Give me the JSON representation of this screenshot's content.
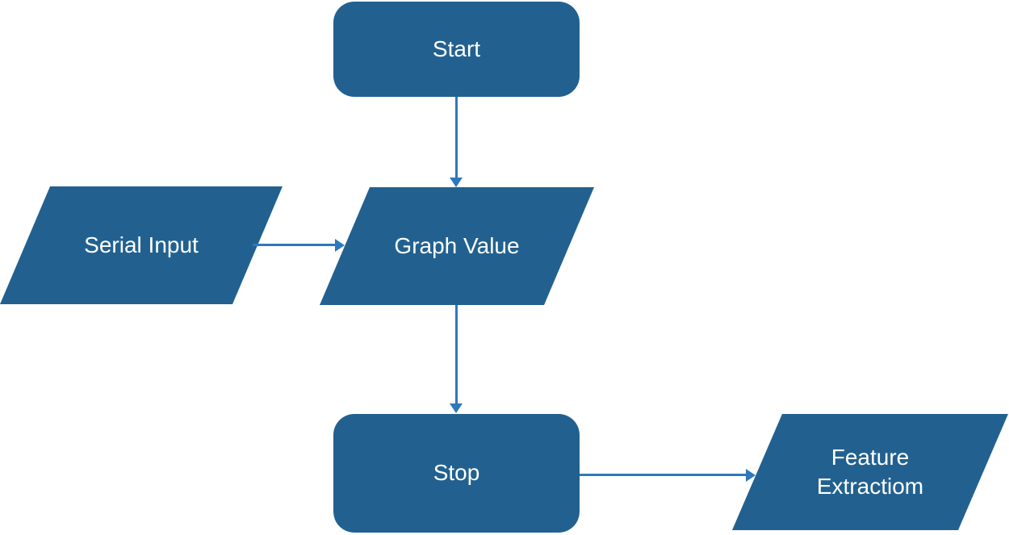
{
  "diagram": {
    "type": "flowchart",
    "background": "#ffffff",
    "nodes": [
      {
        "id": "start",
        "shape": "rounded-rectangle",
        "label": "Start"
      },
      {
        "id": "serial-input",
        "shape": "parallelogram",
        "label": "Serial Input"
      },
      {
        "id": "graph-value",
        "shape": "parallelogram",
        "label": "Graph Value"
      },
      {
        "id": "stop",
        "shape": "rounded-rectangle",
        "label": "Stop"
      },
      {
        "id": "feature-extraction",
        "shape": "parallelogram",
        "label": "Feature Extractiom"
      }
    ],
    "edges": [
      {
        "from": "start",
        "to": "graph-value",
        "direction": "down"
      },
      {
        "from": "serial-input",
        "to": "graph-value",
        "direction": "right"
      },
      {
        "from": "graph-value",
        "to": "stop",
        "direction": "down"
      },
      {
        "from": "stop",
        "to": "feature-extraction",
        "direction": "right"
      }
    ],
    "colors": {
      "shape_fill": "#22618f",
      "arrow": "#2e78bd",
      "label_text": "#ffffff",
      "background": "#ffffff"
    }
  }
}
